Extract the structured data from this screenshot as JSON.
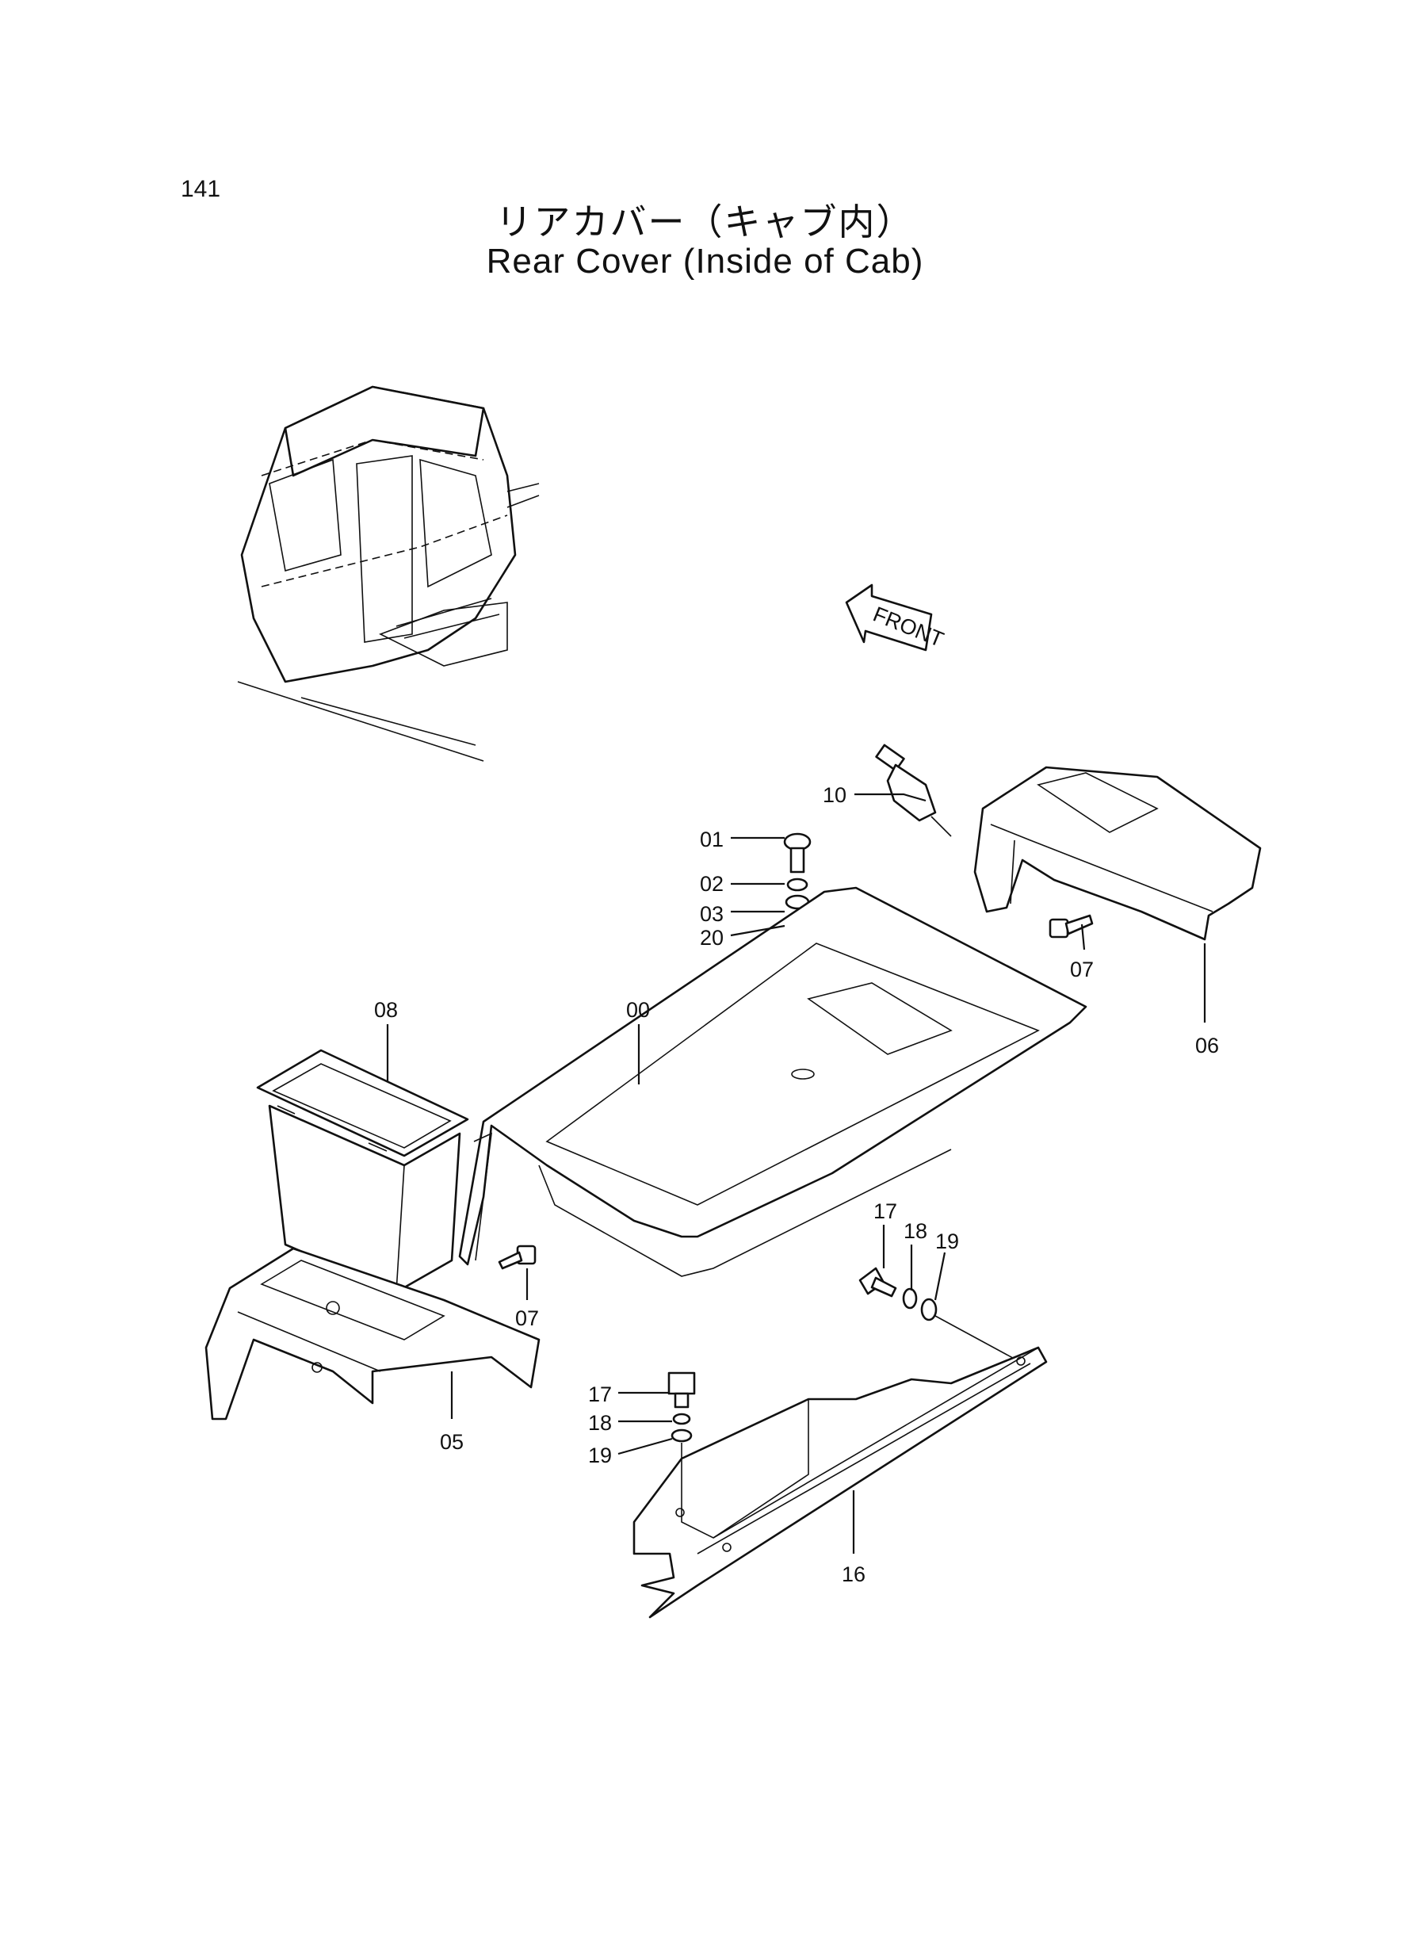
{
  "page": {
    "number": "141"
  },
  "title": {
    "japanese": "リアカバー（キャブ内）",
    "english": "Rear Cover (Inside of Cab)"
  },
  "front_arrow": {
    "label": "FRONT"
  },
  "callouts": {
    "c01": "01",
    "c02": "02",
    "c03": "03",
    "c20": "20",
    "c10": "10",
    "c07a": "07",
    "c06": "06",
    "c08": "08",
    "c00": "00",
    "c07b": "07",
    "c05": "05",
    "c17a": "17",
    "c18a": "18",
    "c19a": "19",
    "c17b": "17",
    "c18b": "18",
    "c19b": "19",
    "c16": "16"
  }
}
